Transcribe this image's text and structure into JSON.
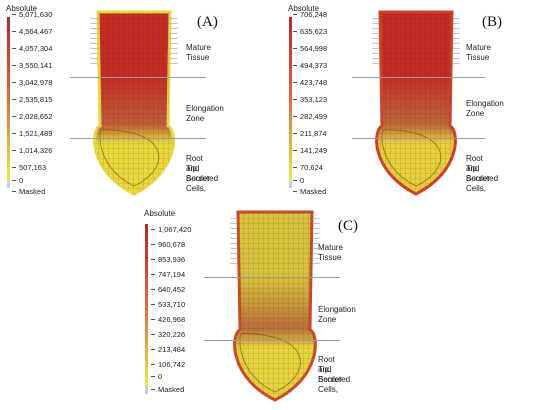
{
  "scale_title": "Absolute",
  "masked_label": "Masked",
  "zone_labels": {
    "mature": "Mature Tissue",
    "elongation": "Elongation Zone",
    "tip_line1": "Root Tip, Border Cells,",
    "tip_line2": "and Secreted"
  },
  "panels": [
    {
      "letter": "(A)",
      "ticks": [
        "5,071,630",
        "4,564,467",
        "4,057,304",
        "3,550,141",
        "3,042,978",
        "2,535,815",
        "2,028,652",
        "1,521,489",
        "1,014,326",
        "507,163",
        "0"
      ],
      "colors": {
        "upper": "#c42c24",
        "middle": "#c0603a",
        "lower": "#e8d83a",
        "rim": "#e8d840"
      }
    },
    {
      "letter": "(B)",
      "ticks": [
        "706,248",
        "635,623",
        "564,998",
        "494,373",
        "423,748",
        "353,123",
        "282,499",
        "211,874",
        "141,249",
        "70,624",
        "0"
      ],
      "colors": {
        "upper": "#c42c24",
        "middle": "#bf6a3c",
        "lower": "#e6cf3c",
        "rim": "#d2402a"
      }
    },
    {
      "letter": "(C)",
      "ticks": [
        "1,067,420",
        "960,678",
        "853,936",
        "747,194",
        "640,452",
        "533,710",
        "426,968",
        "320,226",
        "213,484",
        "106,742",
        "0"
      ],
      "colors": {
        "upper": "#d6c23c",
        "middle": "#b8703c",
        "lower": "#e6d23c",
        "rim": "#cc4a2a"
      }
    }
  ]
}
